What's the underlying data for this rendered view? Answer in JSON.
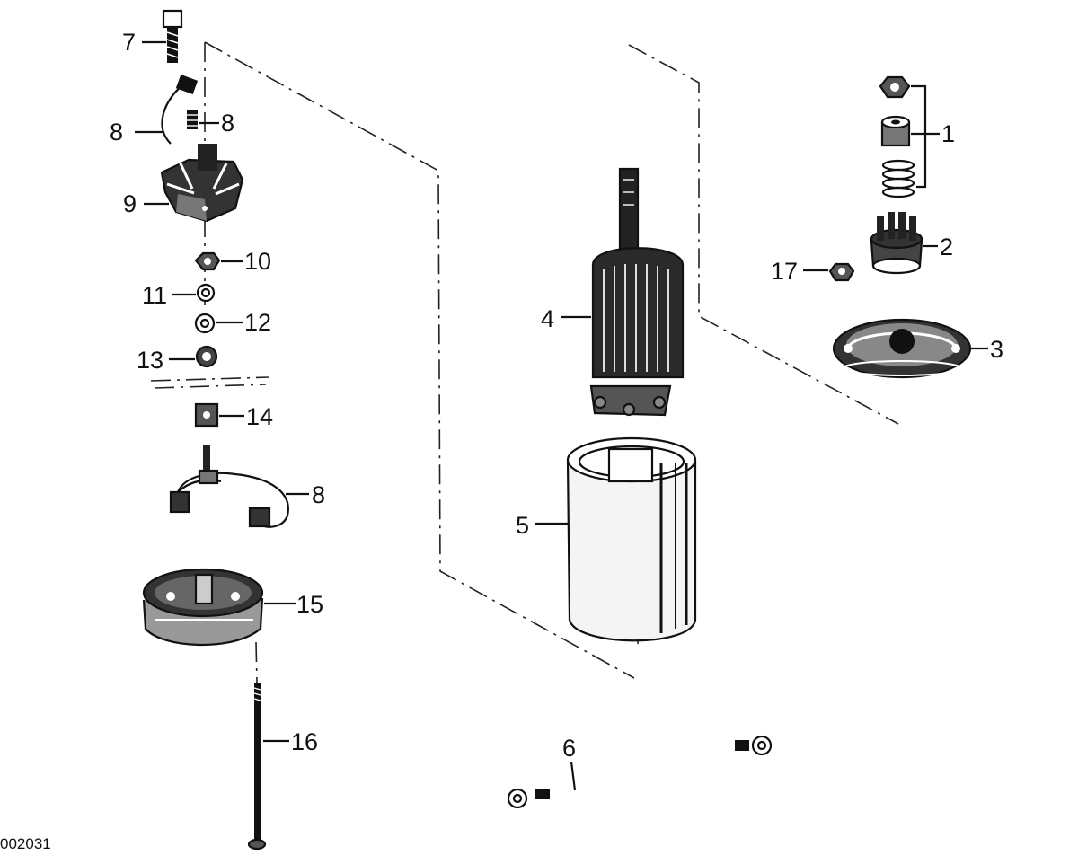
{
  "diagram": {
    "reference_code": "002031",
    "colors": {
      "ink": "#111111",
      "paper": "#ffffff"
    },
    "callouts": {
      "c1": "1",
      "c2": "2",
      "c3": "3",
      "c4": "4",
      "c5": "5",
      "c6": "6",
      "c7": "7",
      "c8a": "8",
      "c8b": "8",
      "c8c": "8",
      "c9": "9",
      "c10": "10",
      "c11": "11",
      "c12": "12",
      "c13": "13",
      "c14": "14",
      "c15": "15",
      "c16": "16",
      "c17": "17"
    }
  }
}
